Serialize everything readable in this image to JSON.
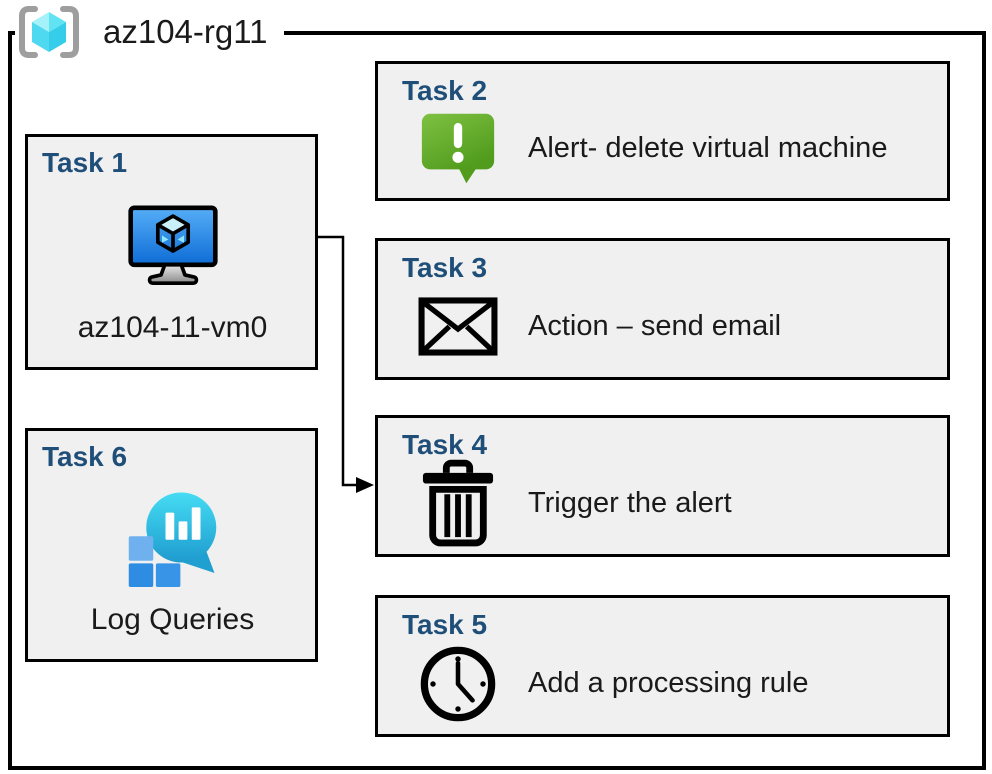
{
  "resource_group": {
    "title": "az104-rg11",
    "icon": "resource-group-icon"
  },
  "tasks": [
    {
      "header": "Task 1",
      "label": "az104-11-vm0",
      "icon": "virtual-machine-icon"
    },
    {
      "header": "Task 2",
      "label": "Alert- delete virtual machine",
      "icon": "alert-icon"
    },
    {
      "header": "Task 3",
      "label": "Action – send email",
      "icon": "email-icon"
    },
    {
      "header": "Task 4",
      "label": "Trigger the alert",
      "icon": "trash-icon"
    },
    {
      "header": "Task 5",
      "label": "Add a processing rule",
      "icon": "clock-icon"
    },
    {
      "header": "Task 6",
      "label": "Log Queries",
      "icon": "log-queries-icon"
    }
  ],
  "connector": {
    "from": "Task 1",
    "to": "Task 4"
  },
  "colors": {
    "task_header": "#1F4E79",
    "box_fill": "#F0F0F0",
    "box_border": "#000000",
    "alert_green_start": "#7FC142",
    "alert_green_end": "#519C1D",
    "vm_screen_start": "#56AEF7",
    "vm_screen_end": "#0E6CD6",
    "log_teal_start": "#45DCF4",
    "log_teal_end": "#1E9BCE",
    "log_square_light": "#6FB1EF",
    "log_square_dark": "#2E8CE3",
    "rg_cube_cyan": "#50E6FF",
    "bracket_gray": "#9E9E9E"
  }
}
